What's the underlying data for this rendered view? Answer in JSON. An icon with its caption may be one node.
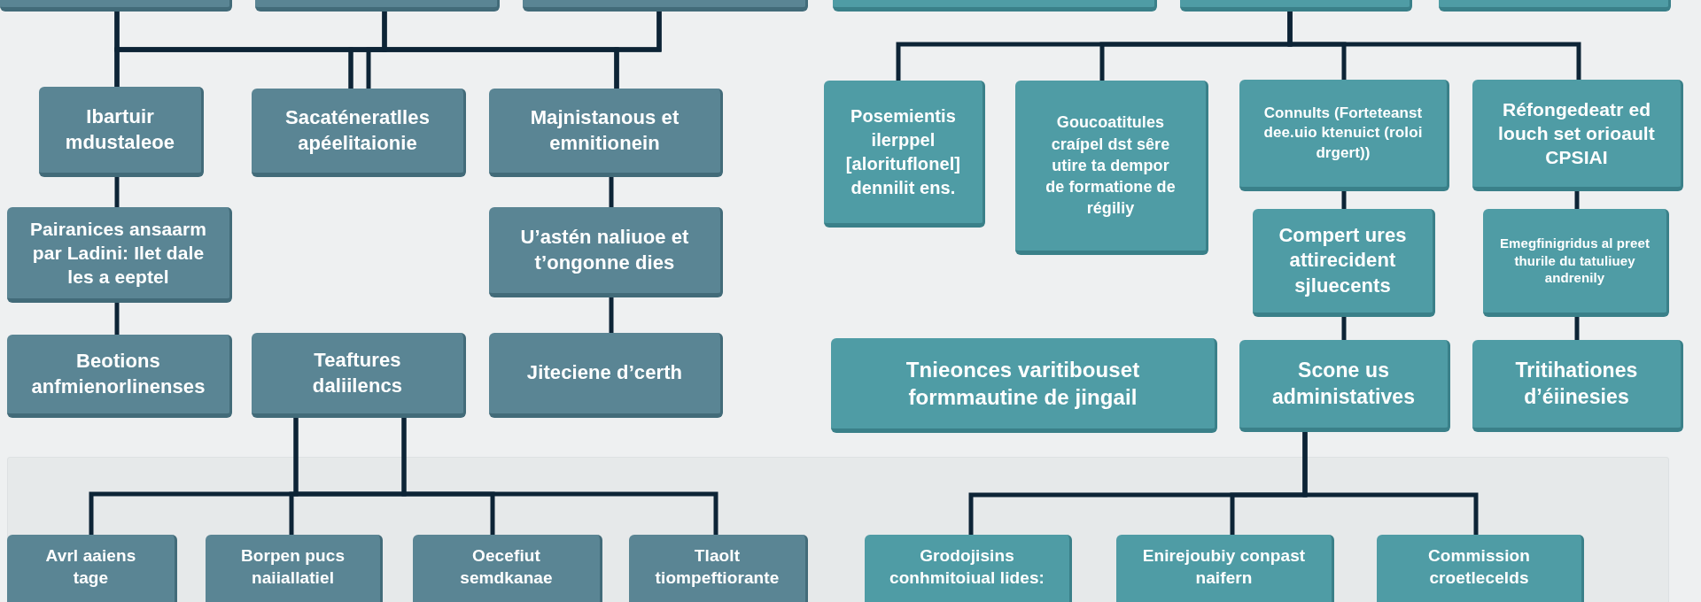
{
  "diagram": {
    "nodes": [
      {
        "text": [],
        "shape": "box"
      },
      {
        "text": [],
        "shape": "box"
      },
      {
        "text": [],
        "shape": "box"
      },
      {
        "text": [],
        "shape": "box"
      },
      {
        "text": [],
        "shape": "box"
      },
      {
        "text": [],
        "shape": "box"
      },
      {
        "text": [
          "Ibartuir mdustaleoe"
        ]
      },
      {
        "text": [
          "Sacaténeratlles apéelitaionie"
        ]
      },
      {
        "text": [
          "Majnistanous et emnitionein"
        ]
      },
      {
        "text": [
          "Posemientis ilerppel [alorituflonel] dennilit ens."
        ]
      },
      {
        "text": [
          "Goucoatitules craípel dst sêre utire ta dempor de formatione de régiliy"
        ]
      },
      {
        "text": [
          "Connults (Forteteanst dee.uio ktenuict (roloi drgert))"
        ]
      },
      {
        "text": [
          "Réfongedeatr ed louch set orioault CPSIAI"
        ]
      },
      {
        "text": [
          "Pairanices ansaarm par Ladini: Ilet dale les a eeptel"
        ]
      },
      {
        "text": [
          "U’astén naliuoe et t’ongonne dies"
        ]
      },
      {
        "text": [
          "Compert ures attirecident sjluecents"
        ]
      },
      {
        "text": [
          "Emegfinigridus al preet thurile du tatuliuey andrenily"
        ]
      },
      {
        "text": [
          "Beotions anfmienorlinenses"
        ]
      },
      {
        "text": [
          "Teaftures daliilencs"
        ]
      },
      {
        "text": [
          "Jiteciene d’certh"
        ]
      },
      {
        "text": [
          "Tnieonces varitibouset formmautine de jingail"
        ]
      },
      {
        "text": [
          "Scone us administatives"
        ]
      },
      {
        "text": [
          "Tritihationes d’éiinesies"
        ]
      },
      {
        "text": [
          "Avrl aaiens tage"
        ]
      },
      {
        "text": [
          "Borpen pucs naiiallatiel"
        ]
      },
      {
        "text": [
          "Oecefiut semdkanae"
        ]
      },
      {
        "text": [
          "Tlaolt tiompeftiorante"
        ]
      },
      {
        "text": [
          "Grodojisins conhmitoiual lides:"
        ]
      },
      {
        "text": [
          "Enirejoubiy conpast naifern"
        ]
      },
      {
        "text": [
          "Commission croetlecelds"
        ]
      }
    ],
    "edges": [
      {
        "from": 0,
        "to": 6,
        "arrow": "none"
      },
      {
        "from": 0,
        "to": 7,
        "arrow": "none"
      },
      {
        "from": 0,
        "to": 8,
        "arrow": "none"
      },
      {
        "from": 1,
        "to": 6,
        "arrow": "none"
      },
      {
        "from": 1,
        "to": 7,
        "arrow": "none"
      },
      {
        "from": 1,
        "to": 8,
        "arrow": "none"
      },
      {
        "from": 2,
        "to": 6,
        "arrow": "none"
      },
      {
        "from": 2,
        "to": 7,
        "arrow": "none"
      },
      {
        "from": 2,
        "to": 8,
        "arrow": "none"
      },
      {
        "from": 6,
        "to": 13,
        "arrow": "none"
      },
      {
        "from": 13,
        "to": 17,
        "arrow": "none"
      },
      {
        "from": 8,
        "to": 14,
        "arrow": "none"
      },
      {
        "from": 14,
        "to": 19,
        "arrow": "none"
      },
      {
        "from": 4,
        "to": 9,
        "arrow": "none"
      },
      {
        "from": 4,
        "to": 10,
        "arrow": "none"
      },
      {
        "from": 4,
        "to": 11,
        "arrow": "none"
      },
      {
        "from": 4,
        "to": 12,
        "arrow": "none"
      },
      {
        "from": 11,
        "to": 15,
        "arrow": "none"
      },
      {
        "from": 15,
        "to": 21,
        "arrow": "none"
      },
      {
        "from": 12,
        "to": 16,
        "arrow": "none"
      },
      {
        "from": 16,
        "to": 22,
        "arrow": "none"
      },
      {
        "from": 18,
        "to": 23,
        "arrow": "none"
      },
      {
        "from": 18,
        "to": 24,
        "arrow": "none"
      },
      {
        "from": 18,
        "to": 25,
        "arrow": "none"
      },
      {
        "from": 18,
        "to": 26,
        "arrow": "none"
      },
      {
        "from": 21,
        "to": 27,
        "arrow": "none"
      },
      {
        "from": 21,
        "to": 28,
        "arrow": "none"
      },
      {
        "from": 21,
        "to": 29,
        "arrow": "none"
      }
    ]
  }
}
